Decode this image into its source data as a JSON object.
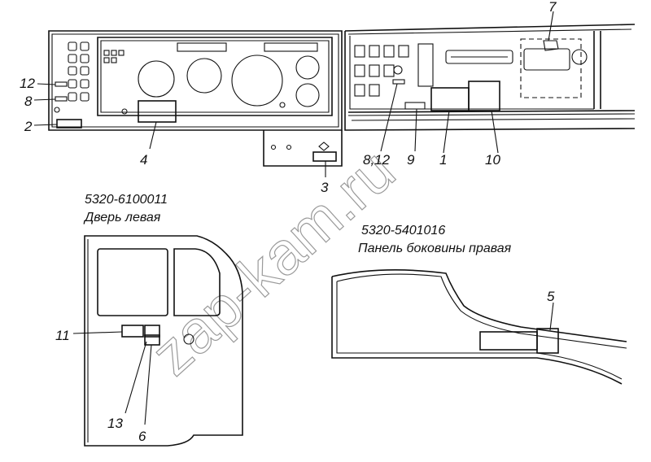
{
  "callouts": {
    "c1": "1",
    "c2": "2",
    "c3": "3",
    "c4": "4",
    "c5": "5",
    "c6": "6",
    "c7": "7",
    "c8a": "8",
    "c8_12": "8,12",
    "c9": "9",
    "c10": "10",
    "c11": "11",
    "c12": "12",
    "c13": "13"
  },
  "captions": {
    "door_code": "5320-6100011",
    "door_name": "Дверь левая",
    "panel_code": "5320-5401016",
    "panel_name": "Панель боковины правая"
  },
  "watermark": "zap-kam.ru"
}
